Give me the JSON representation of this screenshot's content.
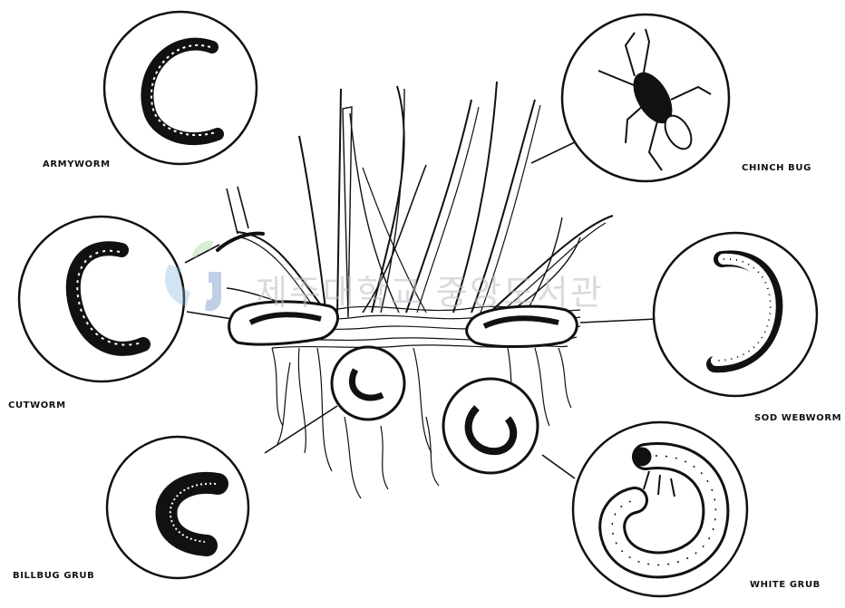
{
  "labels": {
    "armyworm": "ARMYWORM",
    "cutworm": "CUTWORM",
    "billbug_grub": "BILLBUG GRUB",
    "chinch_bug": "CHINCH BUG",
    "sod_webworm": "SOD WEBWORM",
    "white_grub": "WHITE GRUB"
  },
  "watermark": {
    "text": "제주대학교 중앙도서관"
  },
  "colors": {
    "ink": "#111111",
    "paper": "#ffffff",
    "watermark": "#b9bec6"
  }
}
